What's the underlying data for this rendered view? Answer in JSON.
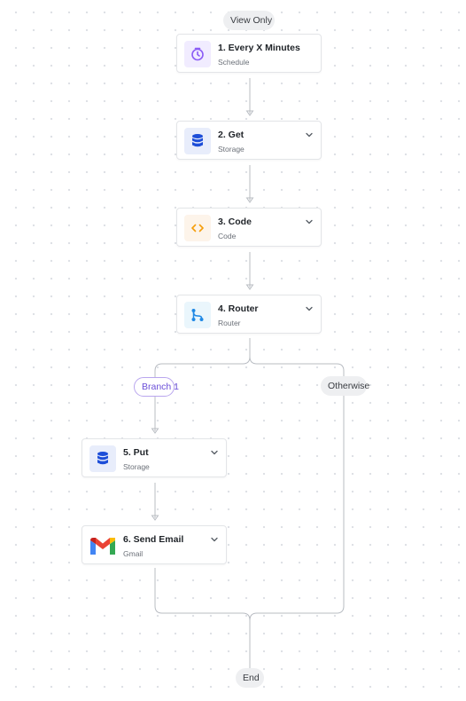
{
  "canvas": {
    "mode_label": "View Only",
    "end_label": "End"
  },
  "steps": [
    {
      "title": "1. Every X Minutes",
      "subtitle": "Schedule",
      "icon": "clock-icon",
      "icon_bg": "#f1ecff",
      "icon_color": "#8b5cf6"
    },
    {
      "title": "2. Get",
      "subtitle": "Storage",
      "icon": "database-icon",
      "icon_bg": "#e8edfb",
      "icon_color": "#1d4ed8"
    },
    {
      "title": "3. Code",
      "subtitle": "Code",
      "icon": "code-icon",
      "icon_bg": "#fdf4ea",
      "icon_color": "#f59e0b"
    },
    {
      "title": "4. Router",
      "subtitle": "Router",
      "icon": "router-icon",
      "icon_bg": "#eaf6fc",
      "icon_color": "#1e88e5"
    },
    {
      "title": "5. Put",
      "subtitle": "Storage",
      "icon": "database-icon",
      "icon_bg": "#e8edfb",
      "icon_color": "#1d4ed8"
    },
    {
      "title": "6. Send Email",
      "subtitle": "Gmail",
      "icon": "gmail-icon",
      "icon_bg": "#ffffff",
      "icon_color": "#ea4335"
    }
  ],
  "branches": {
    "branch1_label": "Branch 1",
    "otherwise_label": "Otherwise"
  },
  "colors": {
    "edge": "#b8bcc2",
    "branch_accent": "#6b4fd8"
  }
}
